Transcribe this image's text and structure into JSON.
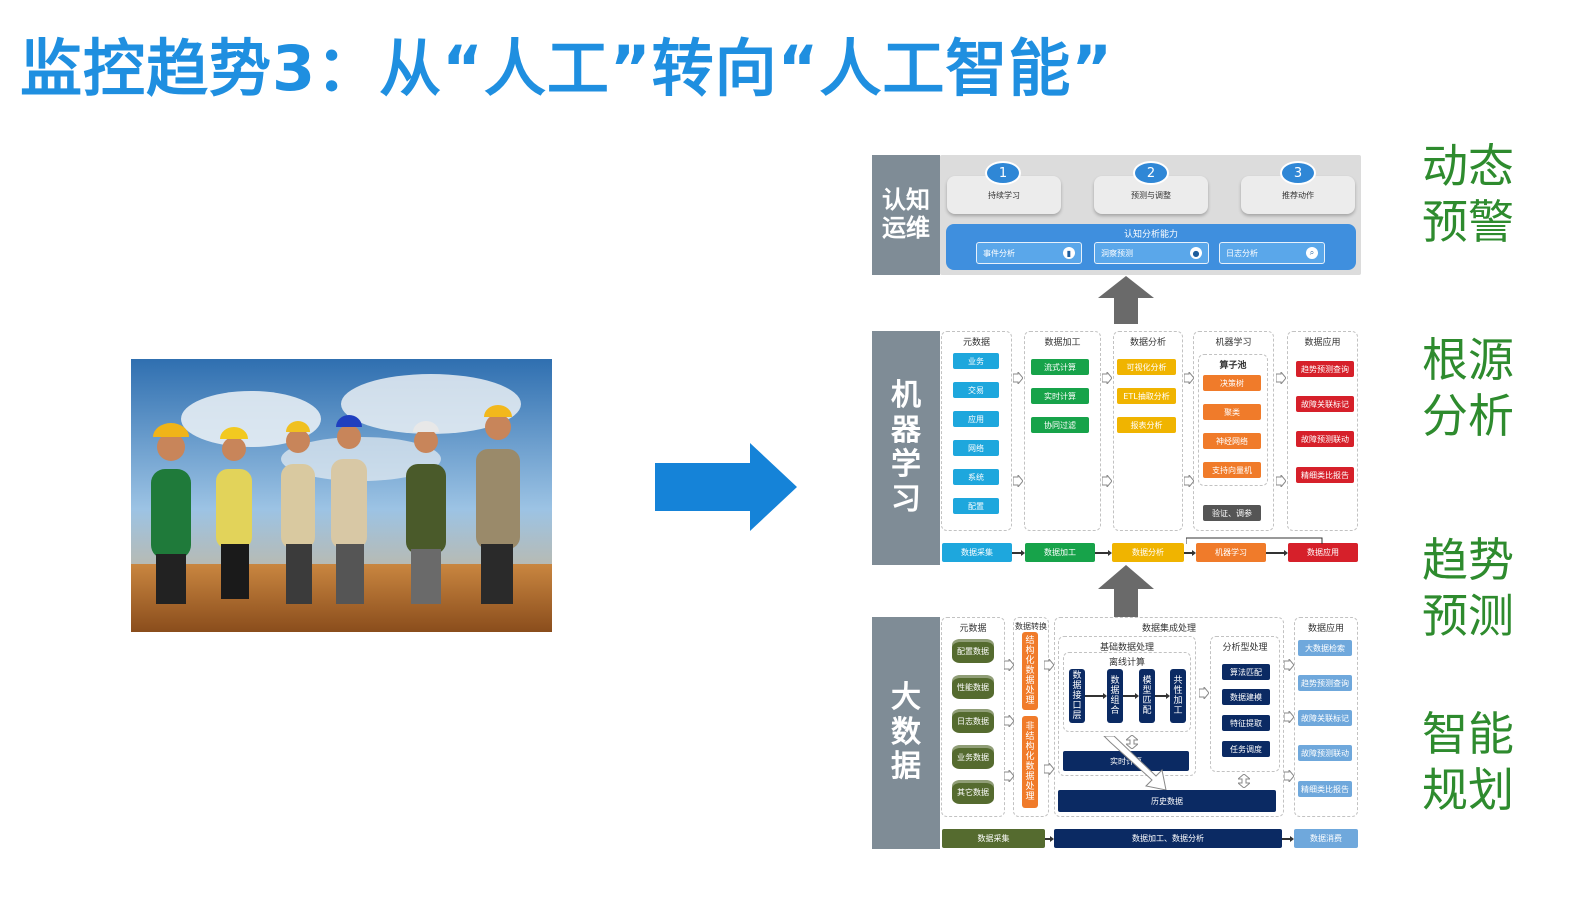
{
  "title": "监控趋势3：从“人工”转向“人工智能”",
  "colors": {
    "title_blue": "#1f8fe0",
    "arrow_blue": "#1583d8",
    "label_gray": "#7f8c96",
    "right_green": "#2e8b2e",
    "cyan": "#1ea7dd",
    "green": "#17a34a",
    "yellow": "#f0b400",
    "orange": "#f07b2a",
    "red": "#d6202a",
    "gray_dark": "#555555",
    "navy": "#0b2a63",
    "olive": "#556b2f",
    "light_blue": "#6fa8dc"
  },
  "photo": {
    "icon": "construction-workers-photo"
  },
  "transition_arrow": {
    "icon": "arrow-right-icon"
  },
  "layers": {
    "cognitive": {
      "label_line1": "认知",
      "label_line2": "运维",
      "steps": [
        {
          "num": "1",
          "label": "持续学习"
        },
        {
          "num": "2",
          "label": "预测与调整"
        },
        {
          "num": "3",
          "label": "推荐动作"
        }
      ],
      "bar_title": "认知分析能力",
      "items": [
        {
          "label": "事件分析",
          "icon": "bar-chart-icon"
        },
        {
          "label": "洞察预测",
          "icon": "brain-icon"
        },
        {
          "label": "日志分析",
          "icon": "magnifier-icon"
        }
      ]
    },
    "ml": {
      "label_chars": [
        "机",
        "器",
        "学",
        "习"
      ],
      "columns": [
        {
          "title": "元数据",
          "items": [
            "业务",
            "交易",
            "应用",
            "网络",
            "系统",
            "配置"
          ]
        },
        {
          "title": "数据加工",
          "items": [
            "流式计算",
            "实时计算",
            "协同过滤"
          ]
        },
        {
          "title": "数据分析",
          "items": [
            "可视化分析",
            "ETL抽取分析",
            "报表分析"
          ]
        },
        {
          "title": "机器学习",
          "sub_title": "算子池",
          "items": [
            "决策树",
            "聚类",
            "神经网络",
            "支持向量机"
          ],
          "extra": "验证、调参"
        },
        {
          "title": "数据应用",
          "items": [
            "趋势预测查询",
            "故障关联标记",
            "故障预测联动",
            "精细类比报告"
          ]
        }
      ],
      "flow": [
        "数据采集",
        "数据加工",
        "数据分析",
        "机器学习",
        "数据应用"
      ]
    },
    "bigdata": {
      "label_chars": [
        "大",
        "数",
        "据"
      ],
      "meta_title": "元数据",
      "meta_items": [
        "配置数据",
        "性能数据",
        "日志数据",
        "业务数据",
        "其它数据"
      ],
      "convert_title": "数据转换",
      "convert_items": [
        "结构化数据处理",
        "非结构化数据处理"
      ],
      "integrate_title": "数据集成处理",
      "base_title": "基础数据处理",
      "offline_title": "离线计算",
      "offline_items": [
        "数据接口层",
        "数据组合",
        "模型匹配",
        "共性加工"
      ],
      "realtime": "实时计算",
      "history": "历史数据",
      "analysis_title": "分析型处理",
      "analysis_items": [
        "算法匹配",
        "数据建模",
        "特征提取",
        "任务调度"
      ],
      "app_title": "数据应用",
      "app_items": [
        "大数据检索",
        "趋势预测查询",
        "故障关联标记",
        "故障预测联动",
        "精细类比报告"
      ],
      "flow": [
        "数据采集",
        "数据加工、数据分析",
        "数据消费"
      ]
    }
  },
  "right_labels": [
    {
      "line1": "动态",
      "line2": "预警"
    },
    {
      "line1": "根源",
      "line2": "分析"
    },
    {
      "line1": "趋势",
      "line2": "预测"
    },
    {
      "line1": "智能",
      "line2": "规划"
    }
  ]
}
